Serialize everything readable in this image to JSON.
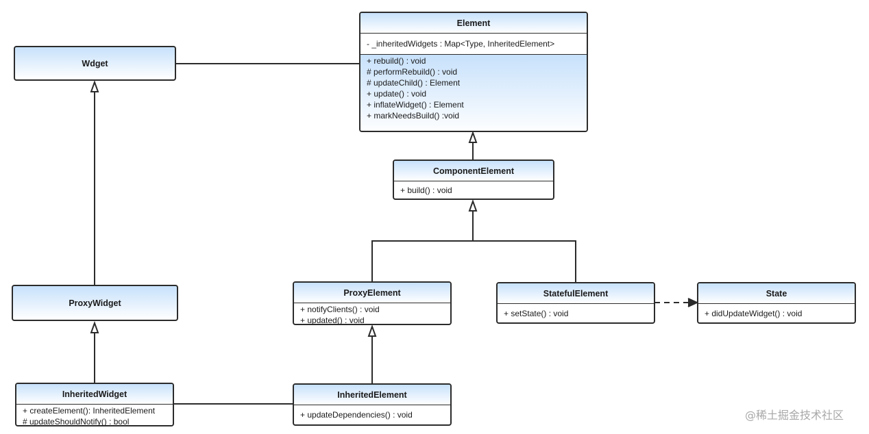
{
  "classes": {
    "widget": {
      "name": "Wdget",
      "ops": []
    },
    "element": {
      "name": "Element",
      "attributes": [
        "-  _inheritedWidgets : Map<Type, InheritedElement>"
      ],
      "ops": [
        "+ rebuild() : void",
        "# performRebuild() : void",
        "# updateChild() : Element",
        "+ update() : void",
        "+ inflateWidget() : Element",
        "+ markNeedsBuild() :void"
      ]
    },
    "component_element": {
      "name": "ComponentElement",
      "ops": [
        "+ build() : void"
      ]
    },
    "proxy_widget": {
      "name": "ProxyWidget",
      "ops": []
    },
    "proxy_element": {
      "name": "ProxyElement",
      "ops": [
        "+ notifyClients() : void",
        "+ updated() : void"
      ]
    },
    "stateful_element": {
      "name": "StatefulElement",
      "ops": [
        "+ setState() : void"
      ]
    },
    "state": {
      "name": "State",
      "ops": [
        "+ didUpdateWidget() : void"
      ]
    },
    "inherited_widget": {
      "name": "InheritedWidget",
      "ops": [
        "+ createElement(): InheritedElement",
        "# updateShouldNotify() : bool"
      ]
    },
    "inherited_element": {
      "name": "InheritedElement",
      "ops": [
        "+ updateDependencies() : void"
      ]
    }
  },
  "watermark": "@稀土掘金技术社区",
  "colors": {
    "header_gradient_top": "#c7e1fb",
    "border": "#2b2b2b",
    "line": "#2b2b2b",
    "watermark": "#a8a8a8"
  }
}
